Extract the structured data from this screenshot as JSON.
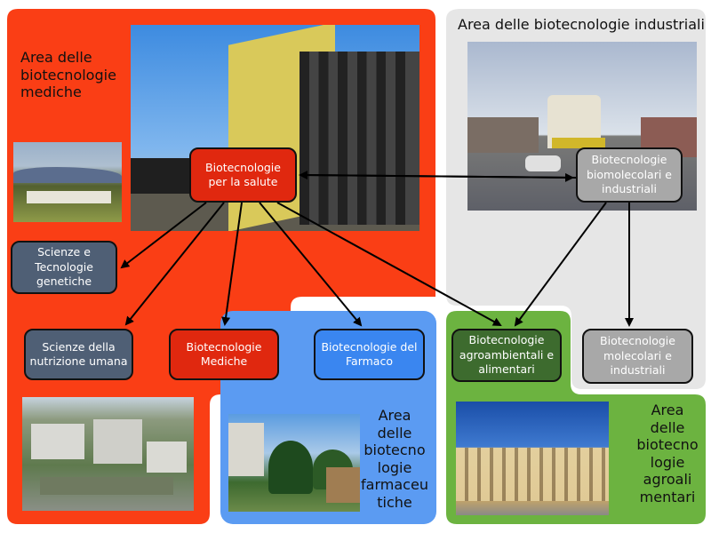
{
  "areas": {
    "medical": {
      "label": "Area delle biotecnologie mediche",
      "color": "#fa3e15"
    },
    "industrial": {
      "label": "Area delle biotecnologie industriali",
      "color": "#e6e6e6"
    },
    "pharma": {
      "label": "Area delle biotecno logie farmaceu tiche",
      "color": "#5b9bf2"
    },
    "agro": {
      "label": "Area delle biotecno logie agroali mentari",
      "color": "#6cb340"
    }
  },
  "boxes": {
    "salute": "Biotecnologie per la salute",
    "genetiche": "Scienze e Tecnologie genetiche",
    "nutrizione": "Scienze della nutrizione umana",
    "mediche": "Biotecnologie Mediche",
    "farmaco": "Biotecnologie del Farmaco",
    "agro": "Biotecnologie agroambientali e alimentari",
    "biomolecolari": "Biotecnologie biomolecolari e industriali",
    "molecolari": "Biotecnologie molecolari e industriali"
  },
  "colors": {
    "red_box": "#e0280f",
    "slate_box": "#4f5f75",
    "blue_box": "#3a86f0",
    "green_box": "#3d6b2e",
    "gray_box": "#a8a8a8"
  }
}
